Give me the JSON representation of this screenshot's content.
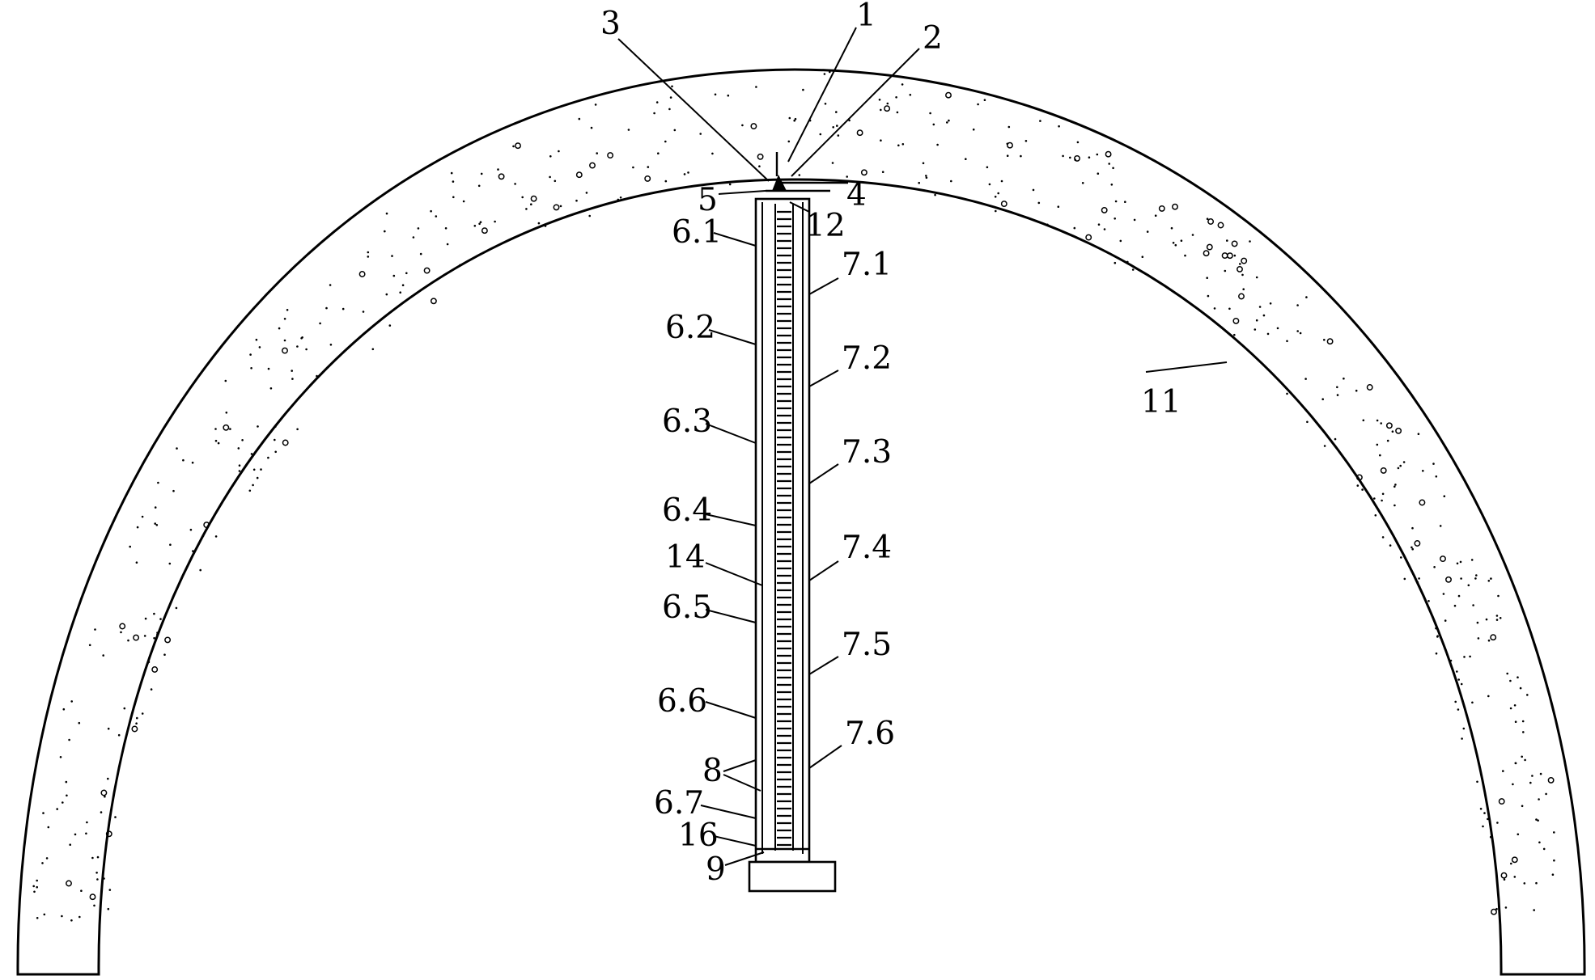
{
  "figure": {
    "labels": {
      "pipe_top": "1",
      "fitting": "2",
      "plug": "3",
      "cap_plate": "4",
      "collar": "5",
      "pipe_wall": "12",
      "lining": "11",
      "core": "14",
      "chamber_bolt": "16",
      "end_block": "9",
      "seals": "8",
      "left_points": [
        "6.1",
        "6.2",
        "6.3",
        "6.4",
        "6.5",
        "6.6",
        "6.7"
      ],
      "right_points": [
        "7.1",
        "7.2",
        "7.3",
        "7.4",
        "7.5",
        "7.6"
      ]
    }
  },
  "colors": {
    "ink": "#000000",
    "paper": "#ffffff"
  }
}
